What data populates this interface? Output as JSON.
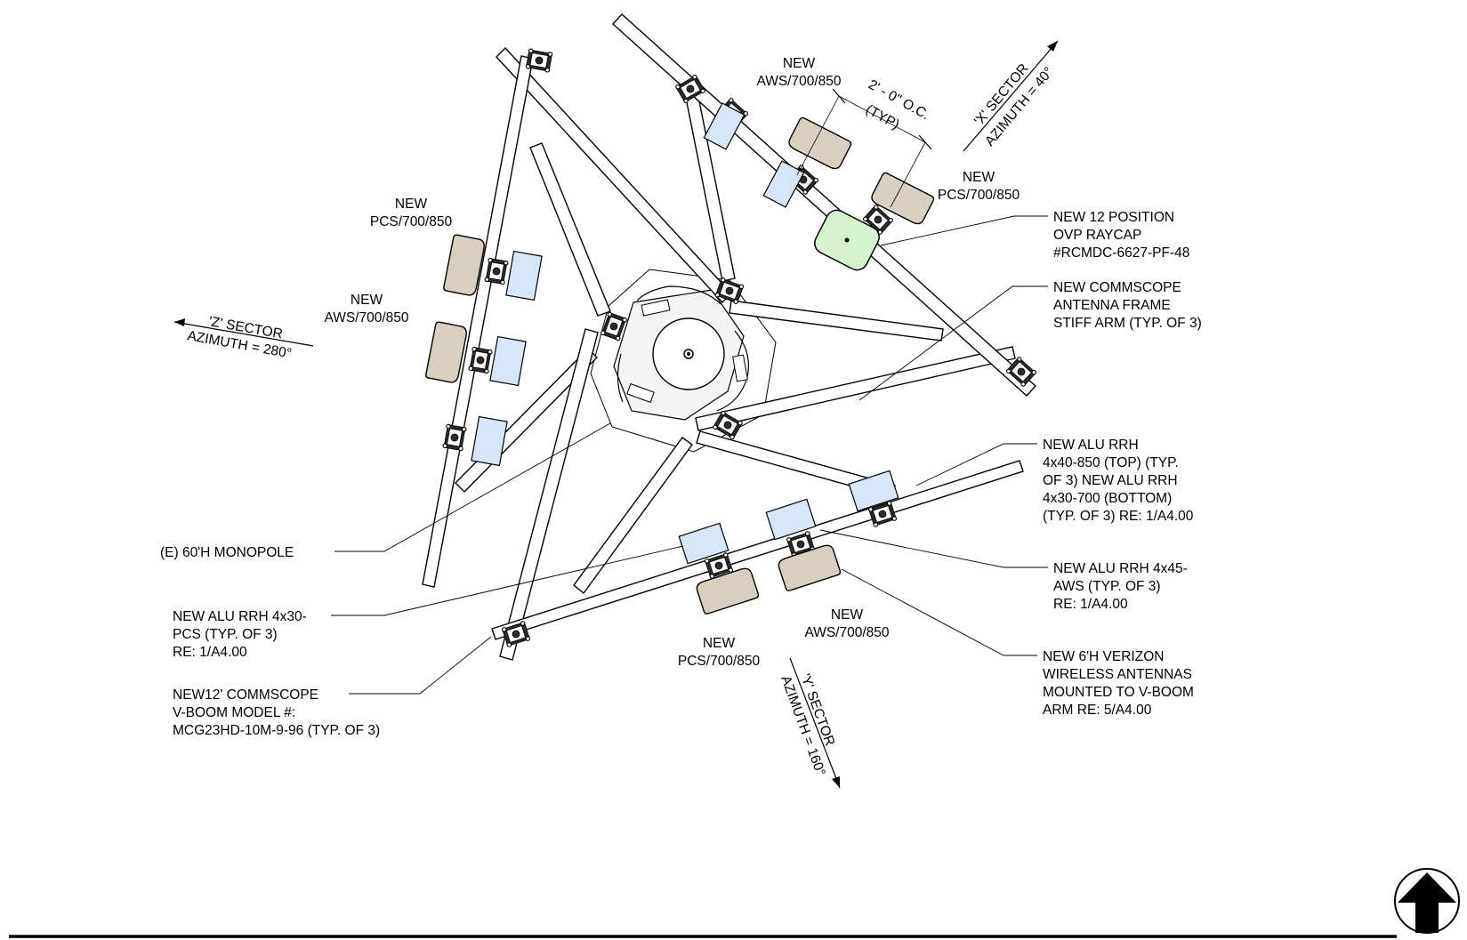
{
  "sectors": {
    "x": {
      "line1": "'X' SECTOR",
      "line2": "AZIMUTH = 40°"
    },
    "y": {
      "line1": "'Y' SECTOR",
      "line2": "AZIMUTH = 160°"
    },
    "z": {
      "line1": "'Z' SECTOR",
      "line2": "AZIMUTH = 280°"
    }
  },
  "antenna_labels": {
    "x_aws": {
      "line1": "NEW",
      "line2": "AWS/700/850"
    },
    "x_pcs": {
      "line1": "NEW",
      "line2": "PCS/700/850"
    },
    "z_pcs": {
      "line1": "NEW",
      "line2": "PCS/700/850"
    },
    "z_aws": {
      "line1": "NEW",
      "line2": "AWS/700/850"
    },
    "y_pcs": {
      "line1": "NEW",
      "line2": "PCS/700/850"
    },
    "y_aws": {
      "line1": "NEW",
      "line2": "AWS/700/850"
    }
  },
  "dimension": {
    "line1": "2' - 0\" O.C.",
    "line2": "(TYP)"
  },
  "callouts": {
    "ovp": [
      "NEW 12 POSITION",
      "OVP RAYCAP",
      "#RCMDC-6627-PF-48"
    ],
    "stiff_arm": [
      "NEW COMMSCOPE",
      "ANTENNA FRAME",
      "STIFF ARM (TYP. OF 3)"
    ],
    "rrh_850_700": [
      "NEW ALU RRH",
      "4x40-850 (TOP) (TYP.",
      "OF 3) NEW ALU RRH",
      "4x30-700 (BOTTOM)",
      "(TYP. OF 3) RE: 1/A4.00"
    ],
    "rrh_aws": [
      "NEW ALU RRH 4x45-",
      "AWS (TYP. OF 3)",
      "RE: 1/A4.00"
    ],
    "verizon_antennas": [
      "NEW 6'H VERIZON",
      "WIRELESS ANTENNAS",
      "MOUNTED TO V-BOOM",
      "ARM RE: 5/A4.00"
    ],
    "monopole": [
      "(E) 60'H MONOPOLE"
    ],
    "rrh_pcs": [
      "NEW ALU RRH 4x30-",
      "PCS (TYP. OF 3)",
      "RE: 1/A4.00"
    ],
    "vboom": [
      "NEW12' COMMSCOPE",
      "V-BOOM MODEL #:",
      "MCG23HD-10M-9-96 (TYP. OF 3)"
    ]
  },
  "north_arrow": {
    "icon": "north-arrow-icon"
  }
}
